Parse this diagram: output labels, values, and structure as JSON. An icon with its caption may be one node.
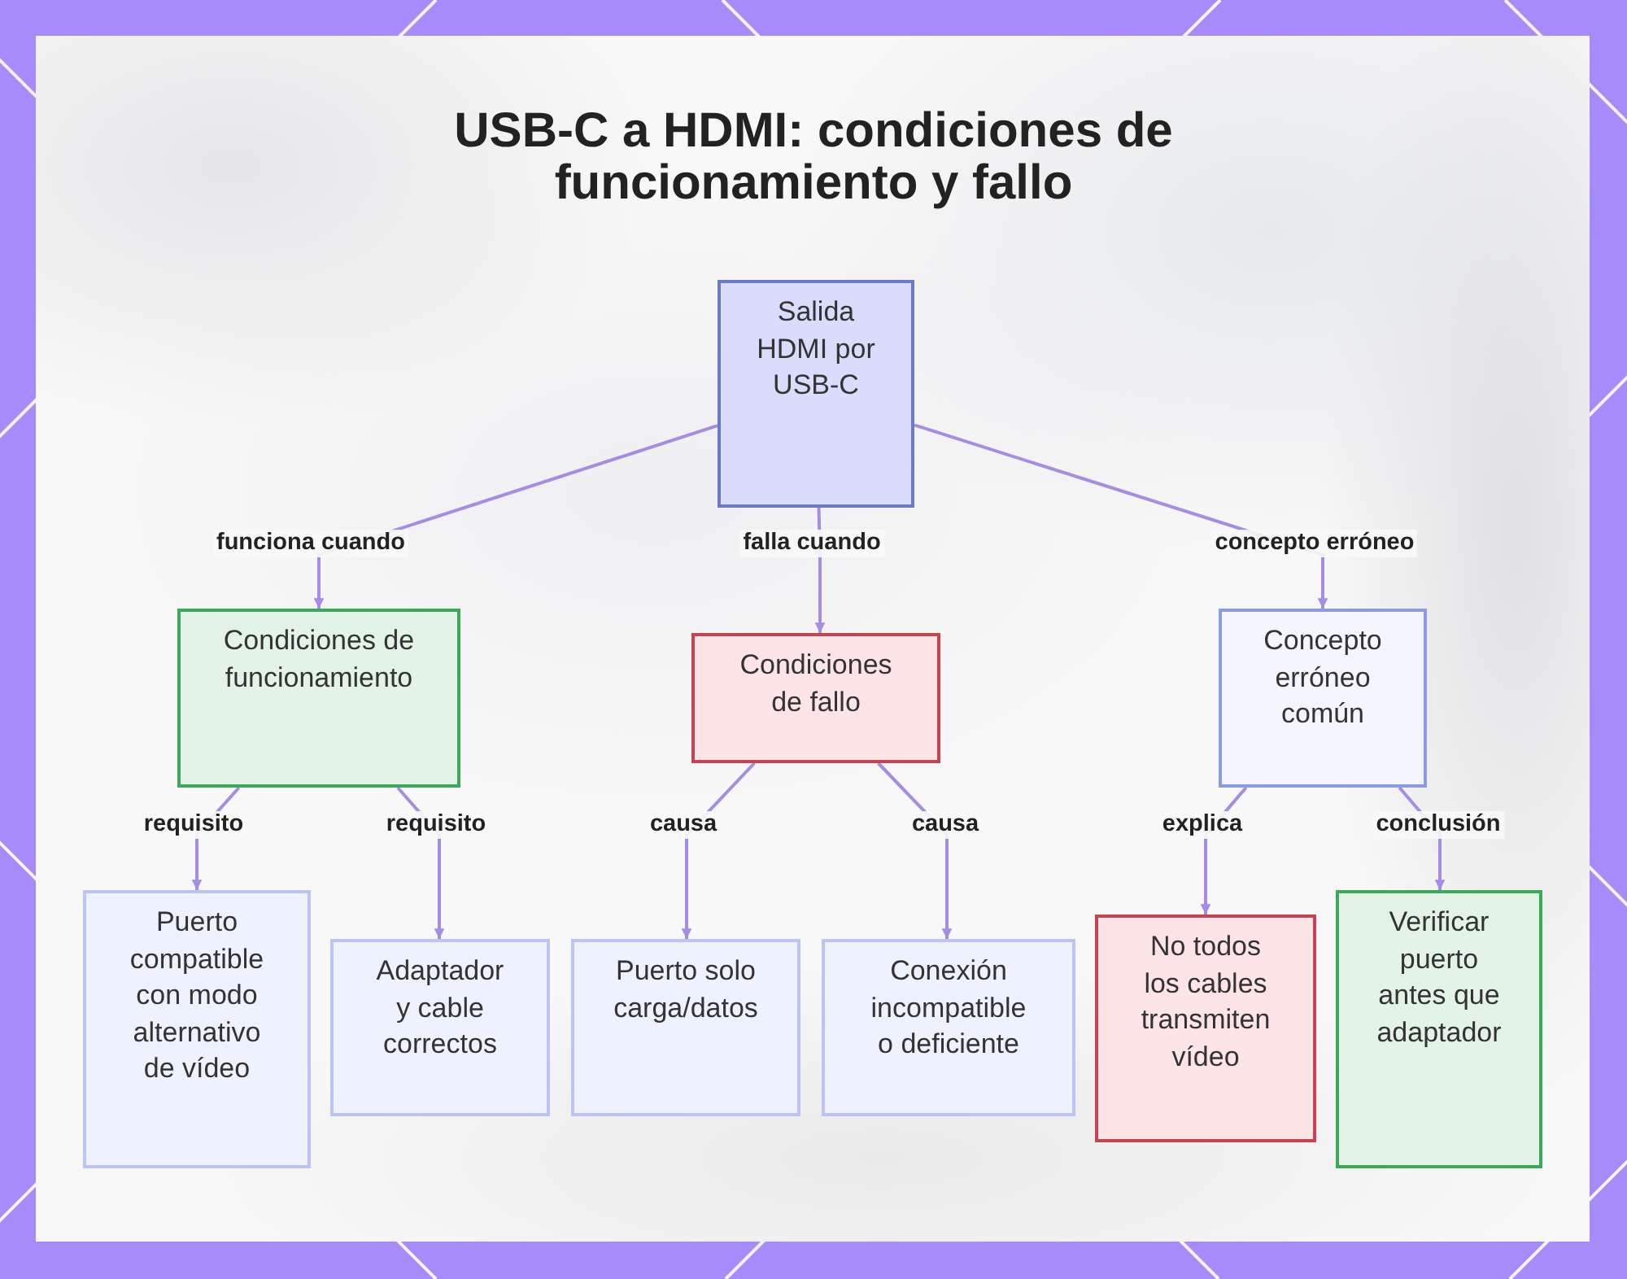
{
  "diagram": {
    "title": "USB-C a HDMI: condiciones de funcionamiento y fallo",
    "nodes": [
      {
        "text": [
          "Salida HDMI por USB-C"
        ]
      },
      {
        "text": [
          "Condiciones de funcionamiento"
        ]
      },
      {
        "text": [
          "Condiciones de fallo"
        ]
      },
      {
        "text": [
          "Concepto erróneo común"
        ]
      },
      {
        "text": [
          "Puerto compatible con modo alternativo de vídeo"
        ]
      },
      {
        "text": [
          "Adaptador y cable correctos"
        ]
      },
      {
        "text": [
          "Puerto solo carga/datos"
        ]
      },
      {
        "text": [
          "Conexión incompatible o deficiente"
        ]
      },
      {
        "text": [
          "No todos los cables transmiten vídeo"
        ]
      },
      {
        "text": [
          "Verificar puerto antes que adaptador"
        ]
      }
    ],
    "edges": [
      {
        "from": 0,
        "to": 1,
        "arrow": "to",
        "label": "funciona cuando"
      },
      {
        "from": 0,
        "to": 2,
        "arrow": "to",
        "label": "falla cuando"
      },
      {
        "from": 0,
        "to": 3,
        "arrow": "to",
        "label": "concepto erróneo"
      },
      {
        "from": 1,
        "to": 4,
        "arrow": "to",
        "label": "requisito"
      },
      {
        "from": 1,
        "to": 5,
        "arrow": "to",
        "label": "requisito"
      },
      {
        "from": 2,
        "to": 6,
        "arrow": "to",
        "label": "causa"
      },
      {
        "from": 2,
        "to": 7,
        "arrow": "to",
        "label": "causa"
      },
      {
        "from": 3,
        "to": 8,
        "arrow": "to",
        "label": "explica"
      },
      {
        "from": 3,
        "to": 9,
        "arrow": "to",
        "label": "conclusión"
      }
    ]
  }
}
